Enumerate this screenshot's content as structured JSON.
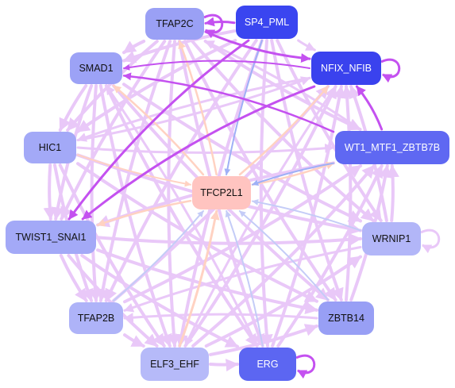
{
  "nodes": [
    {
      "id": "TFAP2C",
      "label": "TFAP2C",
      "fill": "#9aa0f5",
      "text": "#111111"
    },
    {
      "id": "SP4_PML",
      "label": "SP4_PML",
      "fill": "#3a45f0",
      "text": "#ffffff"
    },
    {
      "id": "SMAD1",
      "label": "SMAD1",
      "fill": "#9ca2f6",
      "text": "#111111"
    },
    {
      "id": "NFIX_NFIB",
      "label": "NFIX_NFIB",
      "fill": "#3a42ee",
      "text": "#ffffff"
    },
    {
      "id": "HIC1",
      "label": "HIC1",
      "fill": "#a3a9f7",
      "text": "#111111"
    },
    {
      "id": "WT1_MTF1_ZBTB7B",
      "label": "WT1_MTF1_ZBTB7B",
      "fill": "#5f68f2",
      "text": "#ffffff"
    },
    {
      "id": "TFCP2L1",
      "label": "TFCP2L1",
      "fill": "#ffc4c0",
      "text": "#111111"
    },
    {
      "id": "TWIST1_SNAI1",
      "label": "TWIST1_SNAI1",
      "fill": "#a3a9f7",
      "text": "#111111"
    },
    {
      "id": "WRNIP1",
      "label": "WRNIP1",
      "fill": "#b2b6f8",
      "text": "#111111"
    },
    {
      "id": "TFAP2B",
      "label": "TFAP2B",
      "fill": "#aeb3f8",
      "text": "#111111"
    },
    {
      "id": "ZBTB14",
      "label": "ZBTB14",
      "fill": "#989ff5",
      "text": "#111111"
    },
    {
      "id": "ELF3_EHF",
      "label": "ELF3_EHF",
      "fill": "#b6baf9",
      "text": "#111111"
    },
    {
      "id": "ERG",
      "label": "ERG",
      "fill": "#5c66f2",
      "text": "#ffffff"
    }
  ],
  "edge_colors": {
    "light": "#e9c8f8",
    "strong": "#c451f0",
    "peach": "#ffd2c2",
    "blue": "#9fb0f6",
    "lightblue": "#c4ccf7"
  },
  "edges": [
    {
      "s": "SP4_PML",
      "t": "TFAP2C",
      "c": "strong",
      "w": 3
    },
    {
      "s": "TFAP2C",
      "t": "NFIX_NFIB",
      "c": "strong",
      "w": 3
    },
    {
      "s": "SP4_PML",
      "t": "TWIST1_SNAI1",
      "c": "strong",
      "w": 3
    },
    {
      "s": "NFIX_NFIB",
      "t": "TWIST1_SNAI1",
      "c": "strong",
      "w": 3
    },
    {
      "s": "WT1_MTF1_ZBTB7B",
      "t": "NFIX_NFIB",
      "c": "strong",
      "w": 3
    },
    {
      "s": "WT1_MTF1_ZBTB7B",
      "t": "SMAD1",
      "c": "strong",
      "w": 2.5
    },
    {
      "s": "NFIX_NFIB",
      "t": "SMAD1",
      "c": "strong",
      "w": 2
    },
    {
      "s": "SP4_PML",
      "t": "TFCP2L1",
      "c": "blue",
      "w": 2
    },
    {
      "s": "WT1_MTF1_ZBTB7B",
      "t": "TFCP2L1",
      "c": "blue",
      "w": 2
    },
    {
      "s": "ZBTB14",
      "t": "TFCP2L1",
      "c": "lightblue",
      "w": 2
    },
    {
      "s": "WRNIP1",
      "t": "TFCP2L1",
      "c": "lightblue",
      "w": 2
    },
    {
      "s": "ERG",
      "t": "TFCP2L1",
      "c": "lightblue",
      "w": 2
    },
    {
      "s": "TFAP2B",
      "t": "TFCP2L1",
      "c": "lightblue",
      "w": 2
    },
    {
      "s": "ELF3_EHF",
      "t": "TFCP2L1",
      "c": "peach",
      "w": 3
    },
    {
      "s": "TFCP2L1",
      "t": "TFAP2C",
      "c": "peach",
      "w": 2.5
    },
    {
      "s": "TFCP2L1",
      "t": "NFIX_NFIB",
      "c": "peach",
      "w": 2.5
    },
    {
      "s": "TFCP2L1",
      "t": "TWIST1_SNAI1",
      "c": "peach",
      "w": 2.5
    },
    {
      "s": "TFCP2L1",
      "t": "SMAD1",
      "c": "peach",
      "w": 2.5
    },
    {
      "s": "TFCP2L1",
      "t": "WT1_MTF1_ZBTB7B",
      "c": "peach",
      "w": 2.5
    },
    {
      "s": "HIC1",
      "t": "TFCP2L1",
      "c": "peach",
      "w": 2
    },
    {
      "s": "TFAP2C",
      "t": "SMAD1",
      "c": "light",
      "w": 4
    },
    {
      "s": "TFAP2C",
      "t": "HIC1",
      "c": "light",
      "w": 4
    },
    {
      "s": "TFAP2C",
      "t": "TWIST1_SNAI1",
      "c": "light",
      "w": 4
    },
    {
      "s": "TFAP2C",
      "t": "TFAP2B",
      "c": "light",
      "w": 4
    },
    {
      "s": "TFAP2C",
      "t": "ELF3_EHF",
      "c": "light",
      "w": 4
    },
    {
      "s": "TFAP2C",
      "t": "ERG",
      "c": "light",
      "w": 4
    },
    {
      "s": "TFAP2C",
      "t": "ZBTB14",
      "c": "light",
      "w": 4
    },
    {
      "s": "TFAP2C",
      "t": "WRNIP1",
      "c": "light",
      "w": 4
    },
    {
      "s": "TFAP2C",
      "t": "WT1_MTF1_ZBTB7B",
      "c": "light",
      "w": 4
    },
    {
      "s": "SP4_PML",
      "t": "SMAD1",
      "c": "light",
      "w": 4
    },
    {
      "s": "SP4_PML",
      "t": "HIC1",
      "c": "light",
      "w": 4
    },
    {
      "s": "SP4_PML",
      "t": "TFAP2B",
      "c": "light",
      "w": 4
    },
    {
      "s": "SP4_PML",
      "t": "ELF3_EHF",
      "c": "light",
      "w": 4
    },
    {
      "s": "SP4_PML",
      "t": "ERG",
      "c": "light",
      "w": 4
    },
    {
      "s": "SP4_PML",
      "t": "ZBTB14",
      "c": "light",
      "w": 4
    },
    {
      "s": "SP4_PML",
      "t": "WRNIP1",
      "c": "light",
      "w": 4
    },
    {
      "s": "SP4_PML",
      "t": "NFIX_NFIB",
      "c": "light",
      "w": 3
    },
    {
      "s": "SMAD1",
      "t": "HIC1",
      "c": "light",
      "w": 4
    },
    {
      "s": "SMAD1",
      "t": "TWIST1_SNAI1",
      "c": "light",
      "w": 4
    },
    {
      "s": "SMAD1",
      "t": "TFAP2B",
      "c": "light",
      "w": 4
    },
    {
      "s": "SMAD1",
      "t": "ELF3_EHF",
      "c": "light",
      "w": 4
    },
    {
      "s": "SMAD1",
      "t": "ERG",
      "c": "light",
      "w": 4
    },
    {
      "s": "SMAD1",
      "t": "ZBTB14",
      "c": "light",
      "w": 4
    },
    {
      "s": "SMAD1",
      "t": "WRNIP1",
      "c": "light",
      "w": 4
    },
    {
      "s": "HIC1",
      "t": "TWIST1_SNAI1",
      "c": "light",
      "w": 4
    },
    {
      "s": "HIC1",
      "t": "TFAP2B",
      "c": "light",
      "w": 4
    },
    {
      "s": "HIC1",
      "t": "ELF3_EHF",
      "c": "light",
      "w": 4
    },
    {
      "s": "HIC1",
      "t": "ZBTB14",
      "c": "light",
      "w": 4
    },
    {
      "s": "HIC1",
      "t": "WRNIP1",
      "c": "light",
      "w": 4
    },
    {
      "s": "HIC1",
      "t": "WT1_MTF1_ZBTB7B",
      "c": "light",
      "w": 3
    },
    {
      "s": "HIC1",
      "t": "NFIX_NFIB",
      "c": "light",
      "w": 3
    },
    {
      "s": "TWIST1_SNAI1",
      "t": "TFAP2B",
      "c": "light",
      "w": 4
    },
    {
      "s": "TWIST1_SNAI1",
      "t": "ELF3_EHF",
      "c": "light",
      "w": 4
    },
    {
      "s": "TWIST1_SNAI1",
      "t": "ERG",
      "c": "light",
      "w": 4
    },
    {
      "s": "TWIST1_SNAI1",
      "t": "ZBTB14",
      "c": "light",
      "w": 4
    },
    {
      "s": "TWIST1_SNAI1",
      "t": "WRNIP1",
      "c": "light",
      "w": 4
    },
    {
      "s": "TFAP2B",
      "t": "ELF3_EHF",
      "c": "light",
      "w": 4
    },
    {
      "s": "TFAP2B",
      "t": "WT1_MTF1_ZBTB7B",
      "c": "light",
      "w": 4
    },
    {
      "s": "TFAP2B",
      "t": "NFIX_NFIB",
      "c": "light",
      "w": 4
    },
    {
      "s": "ELF3_EHF",
      "t": "ERG",
      "c": "light",
      "w": 4
    },
    {
      "s": "ELF3_EHF",
      "t": "ZBTB14",
      "c": "light",
      "w": 4
    },
    {
      "s": "ELF3_EHF",
      "t": "WRNIP1",
      "c": "light",
      "w": 4
    },
    {
      "s": "ELF3_EHF",
      "t": "WT1_MTF1_ZBTB7B",
      "c": "light",
      "w": 4
    },
    {
      "s": "ELF3_EHF",
      "t": "NFIX_NFIB",
      "c": "light",
      "w": 4
    },
    {
      "s": "ERG",
      "t": "WT1_MTF1_ZBTB7B",
      "c": "light",
      "w": 4
    },
    {
      "s": "ERG",
      "t": "NFIX_NFIB",
      "c": "light",
      "w": 4
    },
    {
      "s": "ERG",
      "t": "SMAD1",
      "c": "light",
      "w": 3
    },
    {
      "s": "ZBTB14",
      "t": "WT1_MTF1_ZBTB7B",
      "c": "light",
      "w": 4
    },
    {
      "s": "ZBTB14",
      "t": "NFIX_NFIB",
      "c": "light",
      "w": 4
    },
    {
      "s": "ZBTB14",
      "t": "TFAP2B",
      "c": "light",
      "w": 3
    },
    {
      "s": "WRNIP1",
      "t": "WT1_MTF1_ZBTB7B",
      "c": "light",
      "w": 4
    },
    {
      "s": "WRNIP1",
      "t": "NFIX_NFIB",
      "c": "light",
      "w": 4
    },
    {
      "s": "WRNIP1",
      "t": "TFAP2B",
      "c": "light",
      "w": 3
    },
    {
      "s": "WT1_MTF1_ZBTB7B",
      "t": "TWIST1_SNAI1",
      "c": "light",
      "w": 4
    },
    {
      "s": "WT1_MTF1_ZBTB7B",
      "t": "TFAP2C",
      "c": "light",
      "w": 3
    },
    {
      "s": "NFIX_NFIB",
      "t": "HIC1",
      "c": "light",
      "w": 3
    },
    {
      "s": "NFIX_NFIB",
      "t": "ELF3_EHF",
      "c": "light",
      "w": 3
    }
  ],
  "self_loops": [
    {
      "node": "TFAP2C",
      "c": "strong"
    },
    {
      "node": "NFIX_NFIB",
      "c": "strong"
    },
    {
      "node": "WRNIP1",
      "c": "light"
    },
    {
      "node": "ERG",
      "c": "strong"
    }
  ]
}
